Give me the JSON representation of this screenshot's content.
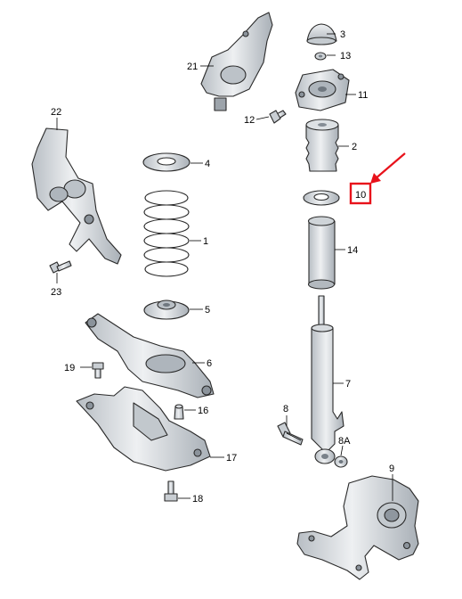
{
  "figure": {
    "callouts": {
      "c1": "1",
      "c2": "2",
      "c3": "3",
      "c4": "4",
      "c5": "5",
      "c6": "6",
      "c7": "7",
      "c8": "8",
      "c8a": "8A",
      "c9": "9",
      "c10": "10",
      "c11": "11",
      "c12": "12",
      "c13": "13",
      "c14": "14",
      "c16": "16",
      "c17": "17",
      "c18": "18",
      "c19": "19",
      "c21": "21",
      "c22": "22",
      "c23": "23"
    },
    "highlight": {
      "target": "10",
      "color": "#e8121b"
    },
    "colors": {
      "part_fill": "#d9dde1",
      "part_shade": "#b3b9bf",
      "outline": "#2a2a2a"
    }
  }
}
